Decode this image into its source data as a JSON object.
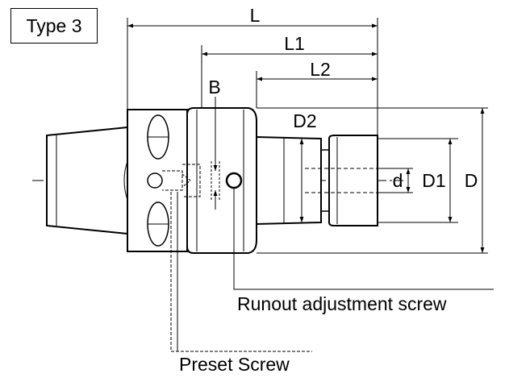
{
  "type_label": "Type 3",
  "dimensions": {
    "L": "L",
    "L1": "L1",
    "L2": "L2",
    "B": "B",
    "D2": "D2",
    "d": "d",
    "D1": "D1",
    "D": "D"
  },
  "callouts": {
    "runout_screw": "Runout adjustment screw",
    "preset_screw": "Preset Screw"
  },
  "colors": {
    "line": "#000000",
    "body": "#ffffff",
    "shading": "#cfcfcf"
  }
}
